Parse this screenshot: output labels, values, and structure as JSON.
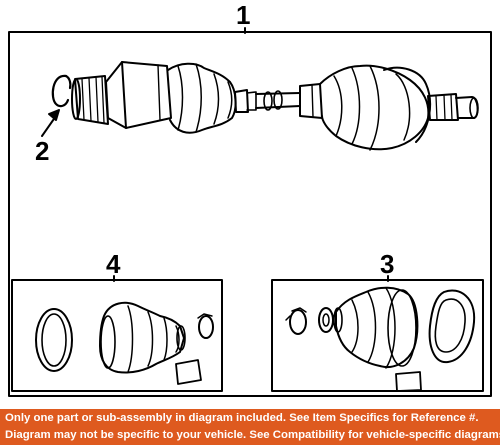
{
  "callouts": {
    "assembly": "1",
    "retaining_ring": "2",
    "outer_boot_kit": "3",
    "inner_boot_kit": "4"
  },
  "disclaimer": {
    "line1": "Only one part or sub-assembly in diagram included. See Item Specifics for Reference #.",
    "line2": "Diagram may not be specific to your vehicle. See Compatibility for vehicle-specific diagrams."
  },
  "colors": {
    "banner_background": "#de5a1f",
    "banner_text": "#ffffff",
    "line_art": "#000000"
  },
  "icons": {
    "axle": "cv-axle-shaft-icon",
    "ring": "retaining-ring-icon",
    "boot": "cv-boot-icon",
    "clamp": "boot-clamp-icon",
    "grease": "grease-packet-icon"
  }
}
